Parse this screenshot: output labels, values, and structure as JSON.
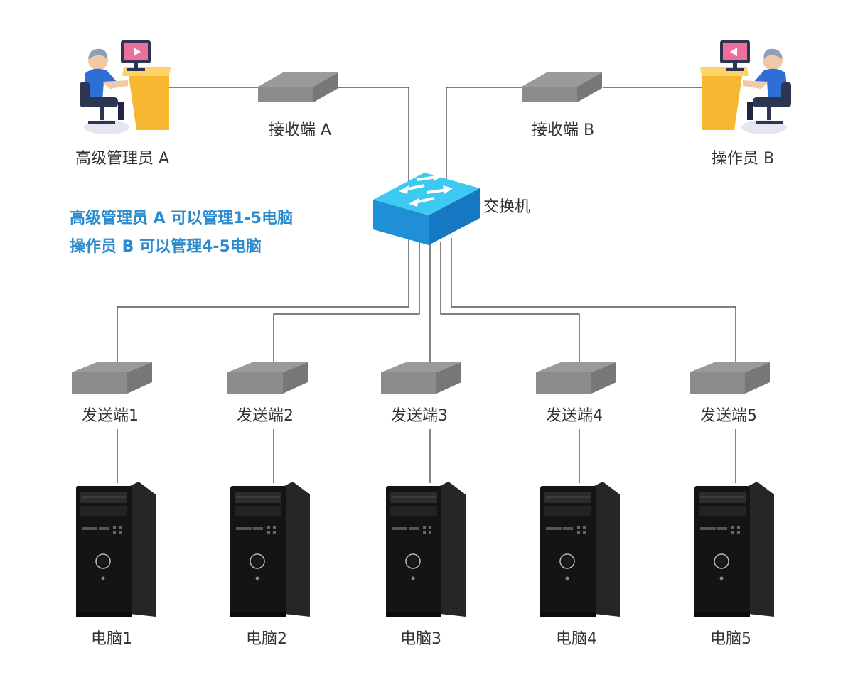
{
  "colors": {
    "line": "#333333",
    "note": "#2b8ccf",
    "switch_top": "#3cc9f2",
    "switch_side": "#1f8fd6",
    "box_top": "#9a9a9a",
    "box_side": "#777777",
    "pc_body": "#141414"
  },
  "labels": {
    "admin_a": "高级管理员 A",
    "operator_b": "操作员 B",
    "receiver_a": "接收端 A",
    "receiver_b": "接收端 B",
    "switch": "交换机"
  },
  "notes": [
    "高级管理员 A 可以管理1-5电脑",
    "操作员 B 可以管理4-5电脑"
  ],
  "senders": [
    "发送端1",
    "发送端2",
    "发送端3",
    "发送端4",
    "发送端5"
  ],
  "computers": [
    "电脑1",
    "电脑2",
    "电脑3",
    "电脑4",
    "电脑5"
  ],
  "icons": {
    "user": "person-at-desk-icon",
    "box": "extender-box-icon",
    "switch": "network-switch-icon",
    "computer": "tower-computer-icon"
  }
}
